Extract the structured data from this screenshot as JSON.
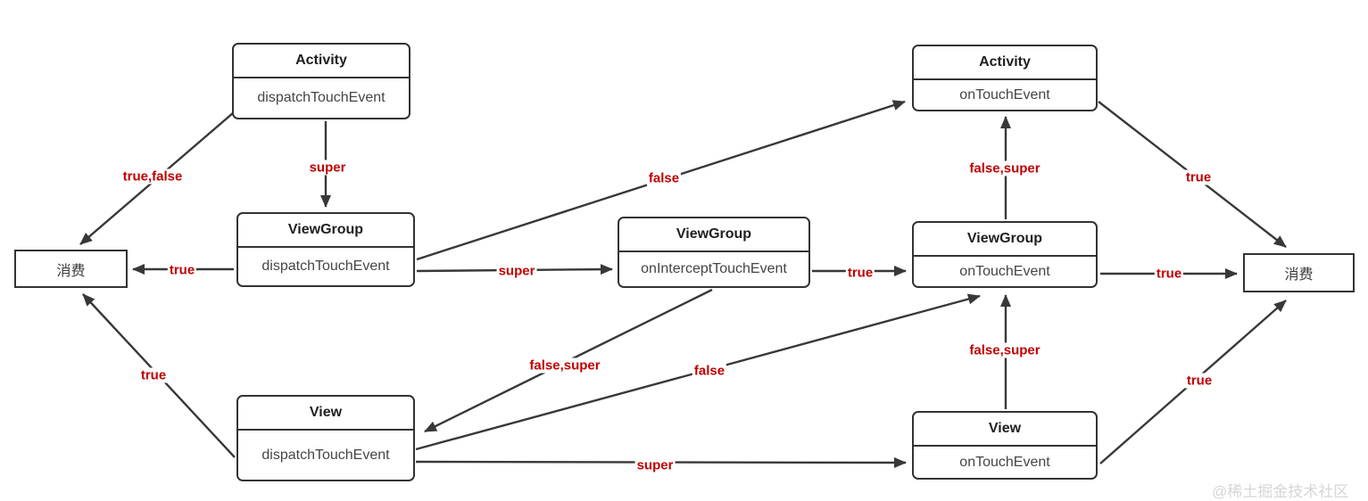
{
  "nodes": {
    "activity_dispatch": {
      "title": "Activity",
      "method": "dispatchTouchEvent"
    },
    "viewgroup_dispatch": {
      "title": "ViewGroup",
      "method": "dispatchTouchEvent"
    },
    "view_dispatch": {
      "title": "View",
      "method": "dispatchTouchEvent"
    },
    "viewgroup_intercept": {
      "title": "ViewGroup",
      "method": "onInterceptTouchEvent"
    },
    "activity_ontouch": {
      "title": "Activity",
      "method": "onTouchEvent"
    },
    "viewgroup_ontouch": {
      "title": "ViewGroup",
      "method": "onTouchEvent"
    },
    "view_ontouch": {
      "title": "View",
      "method": "onTouchEvent"
    },
    "consume_left": {
      "label": "消费"
    },
    "consume_right": {
      "label": "消费"
    }
  },
  "edge_labels": {
    "activity_dispatch_to_consume_left": "true,false",
    "activity_dispatch_to_viewgroup": "super",
    "viewgroup_dispatch_to_consume_left": "true",
    "viewgroup_dispatch_to_activity_ontouch": "false",
    "viewgroup_dispatch_to_intercept": "super",
    "intercept_to_viewgroup_ontouch": "true",
    "intercept_to_view_dispatch": "false,super",
    "view_dispatch_to_viewgroup_ontouch": "false",
    "view_dispatch_to_view_ontouch": "super",
    "view_dispatch_to_consume_left": "true",
    "view_ontouch_to_viewgroup_ontouch": "false,super",
    "viewgroup_ontouch_to_activity_ontouch": "false,super",
    "viewgroup_ontouch_to_consume_right": "true",
    "activity_ontouch_to_consume_right": "true",
    "view_ontouch_to_consume_right": "true"
  },
  "colors": {
    "line": "#383838",
    "edge_label": "#c00000",
    "node_border": "#333333",
    "watermark": "#d6d6d6"
  },
  "watermark": "@稀土掘金技术社区"
}
